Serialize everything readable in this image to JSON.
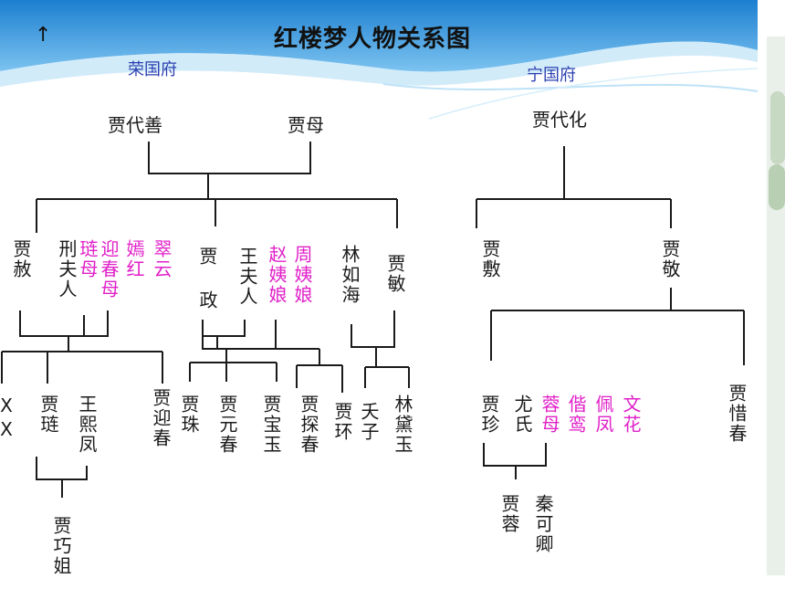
{
  "title": "红楼梦人物关系图",
  "arrow": "↑",
  "houses": {
    "rongguo": "荣国府",
    "ningguo": "宁国府"
  },
  "people": {
    "jia_daishan": "贾代善",
    "jia_mu": "贾母",
    "jia_daihua": "贾代化",
    "jia_she": "贾赦",
    "xing_furen": "刑夫人",
    "lian_mu": "琏母",
    "yingchun_mu": "迎春母",
    "yan_hong": "嫣红",
    "cui_yun": "翠云",
    "jia_zheng": "贾政",
    "wang_furen": "王夫人",
    "zhao_yiniang": "赵姨娘",
    "zhou_yiniang": "周姨娘",
    "lin_ruhai": "林如海",
    "jia_min": "贾敏",
    "jia_fu": "贾敷",
    "jia_jing": "贾敬",
    "xx": "XX",
    "jia_lian": "贾琏",
    "wang_xifeng": "王熙凤",
    "jia_yingchun": "贾迎春",
    "jia_zhu": "贾珠",
    "jia_yuanchun": "贾元春",
    "jia_baoyu": "贾宝玉",
    "jia_tanchun": "贾探春",
    "jia_huan": "贾环",
    "yaozi": "夭子",
    "lin_daiyu": "林黛玉",
    "jia_zhen": "贾珍",
    "you_shi": "尤氏",
    "rong_mu": "蓉母",
    "xie_luan": "偕鸾",
    "pei_feng": "佩凤",
    "wen_hua": "文花",
    "jia_xichun": "贾惜春",
    "jia_qiaojie": "贾巧姐",
    "jia_rong": "贾蓉",
    "qin_keqing": "秦可卿"
  },
  "colors": {
    "header_blue": "#2e8fd6",
    "concubine_pink": "#e020c8",
    "house_label_blue": "#2a3fb0",
    "line": "#1a1a1a"
  }
}
